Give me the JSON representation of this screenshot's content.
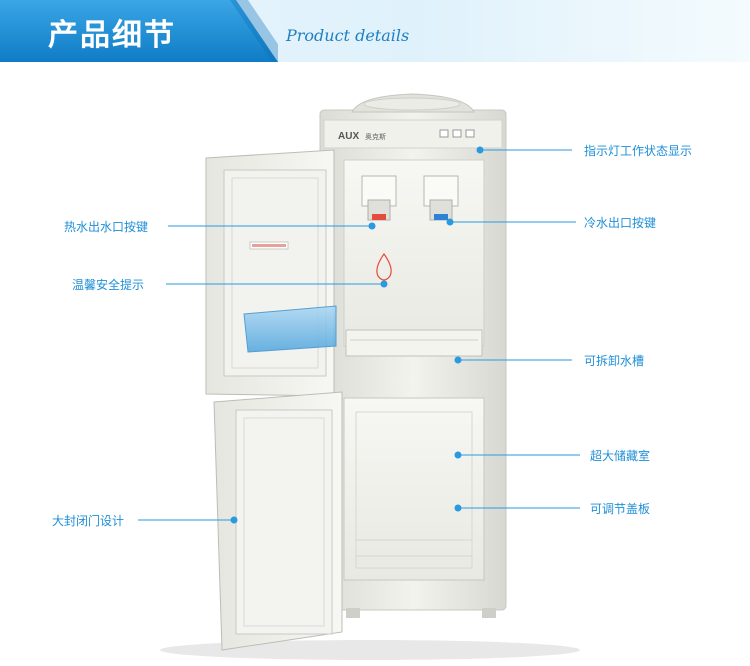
{
  "header": {
    "title": "产品细节",
    "subtitle": "Product details"
  },
  "product": {
    "brand": "AUX",
    "brand_cn": "奥克斯"
  },
  "callouts": [
    {
      "id": "indicator",
      "text": "指示灯工作状态显示"
    },
    {
      "id": "hot-outlet",
      "text": "热水出水口按键"
    },
    {
      "id": "cold-outlet",
      "text": "冷水出口按键"
    },
    {
      "id": "safety",
      "text": "温馨安全提示"
    },
    {
      "id": "drip-tray",
      "text": "可拆卸水槽"
    },
    {
      "id": "storage",
      "text": "超大储藏室"
    },
    {
      "id": "shelf",
      "text": "可调节盖板"
    },
    {
      "id": "door",
      "text": "大封闭门设计"
    }
  ],
  "colors": {
    "accent": "#1f8fd6",
    "header_tab": "#1a8ad4"
  }
}
